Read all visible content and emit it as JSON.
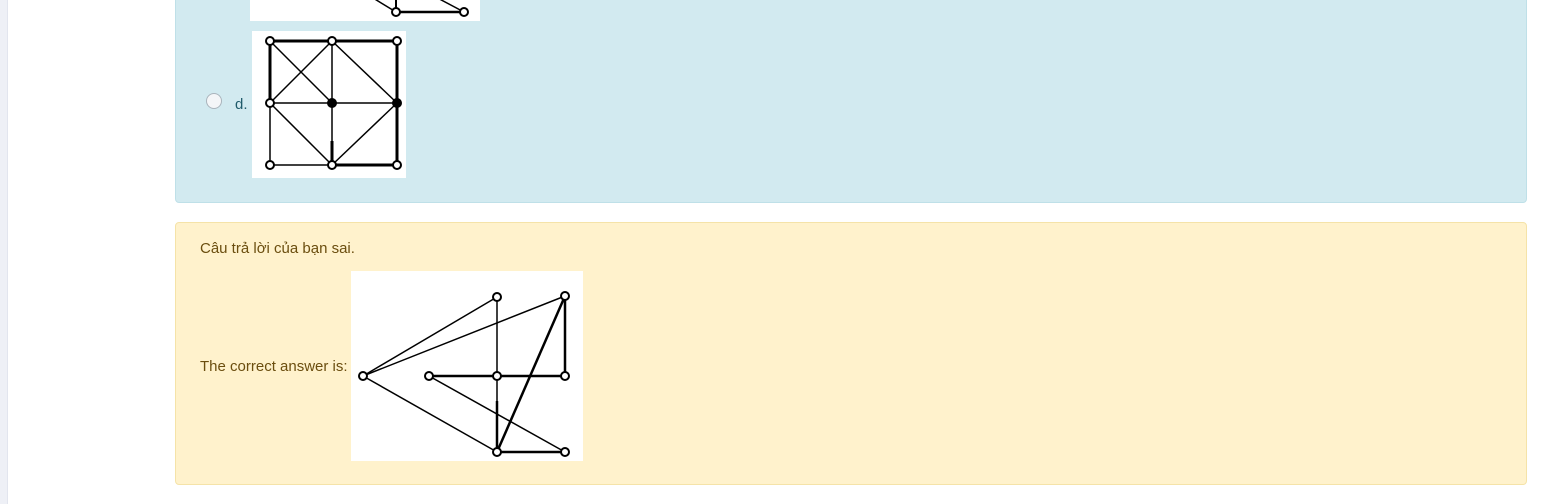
{
  "options": [
    {
      "label": "d.",
      "figure_icon": "graph-square-diagram",
      "selected": false
    }
  ],
  "feedback": {
    "incorrect_text": "Câu trả lời của bạn sai.",
    "correct_label": "The correct answer is:",
    "correct_figure_icon": "graph-triangle-diagram"
  },
  "colors": {
    "answer_bg": "#d2eaf0",
    "feedback_bg": "#fff2cc",
    "feedback_text": "#6b4e0f"
  }
}
